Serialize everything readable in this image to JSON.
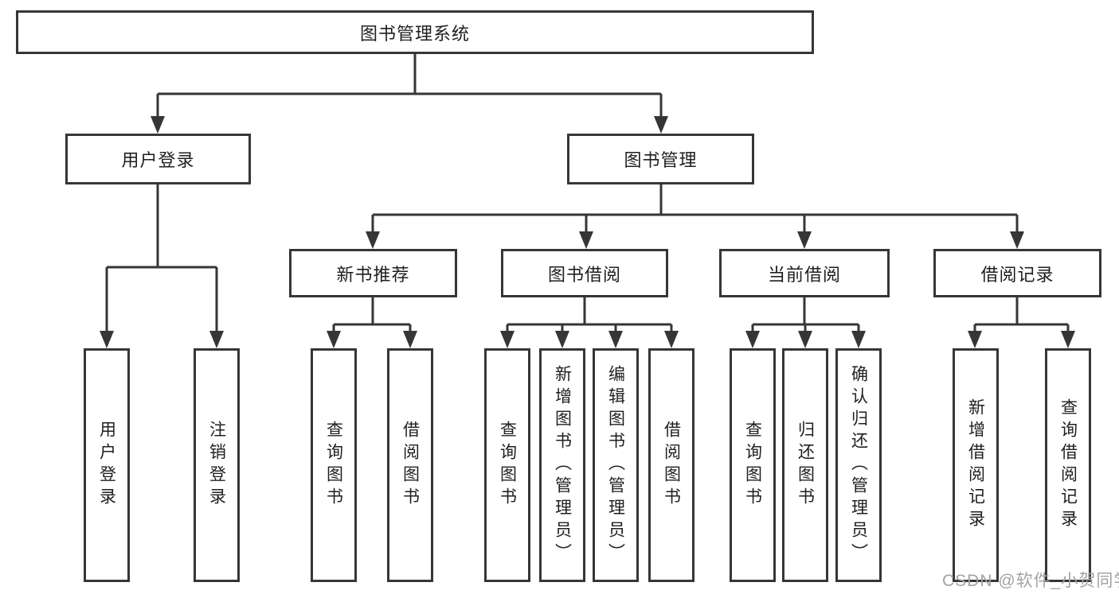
{
  "diagram": {
    "type": "hierarchy-tree",
    "root": "图书管理系统",
    "branches": [
      {
        "label": "用户登录",
        "leaves": [
          "用户登录",
          "注销登录"
        ]
      },
      {
        "label": "图书管理",
        "groups": [
          {
            "label": "新书推荐",
            "leaves": [
              "查询图书",
              "借阅图书"
            ]
          },
          {
            "label": "图书借阅",
            "leaves": [
              "查询图书",
              "新增图书（管理员）",
              "编辑图书（管理员）",
              "借阅图书"
            ]
          },
          {
            "label": "当前借阅",
            "leaves": [
              "查询图书",
              "归还图书",
              "确认归还（管理员）"
            ]
          },
          {
            "label": "借阅记录",
            "leaves": [
              "新增借阅记录",
              "查询借阅记录"
            ]
          }
        ]
      }
    ]
  },
  "colors": {
    "line": "#363636",
    "text": "#1f1f1f",
    "watermark": "#a3a3a3",
    "background": "#ffffff"
  },
  "watermark": "CSDN @软件_小贺同学"
}
